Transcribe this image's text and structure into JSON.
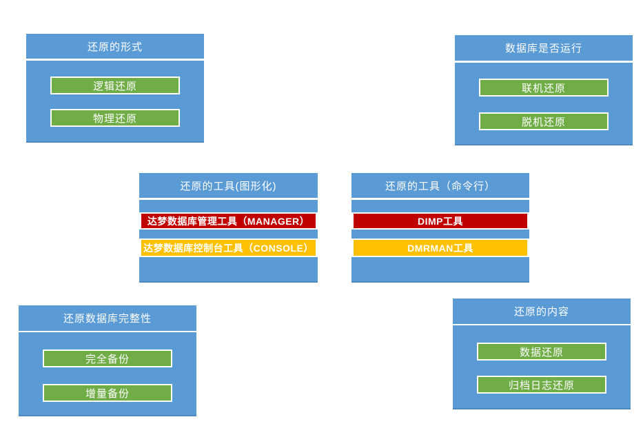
{
  "colors": {
    "panel_blue": "#5B9BD5",
    "item_green": "#70AD47",
    "bar_red": "#C00000",
    "bar_orange": "#FFC000",
    "text_white": "#FFFFFF",
    "background": "#FFFFFF"
  },
  "panels": {
    "restore_form": {
      "title": "还原的形式",
      "items": [
        "逻辑还原",
        "物理还原"
      ]
    },
    "db_running": {
      "title": "数据库是否运行",
      "items": [
        "联机还原",
        "脱机还原"
      ]
    },
    "tools_gui": {
      "title": "还原的工具(图形化)",
      "items": [
        "达梦数据库管理工具（MANAGER）",
        "达梦数据库控制台工具（CONSOLE）"
      ]
    },
    "tools_cli": {
      "title": "还原的工具（命令行）",
      "items": [
        "DIMP工具",
        "DMRMAN工具"
      ]
    },
    "integrity": {
      "title": "还原数据库完整性",
      "items": [
        "完全备份",
        "增量备份"
      ]
    },
    "content": {
      "title": "还原的内容",
      "items": [
        "数据还原",
        "归档日志还原"
      ]
    }
  }
}
